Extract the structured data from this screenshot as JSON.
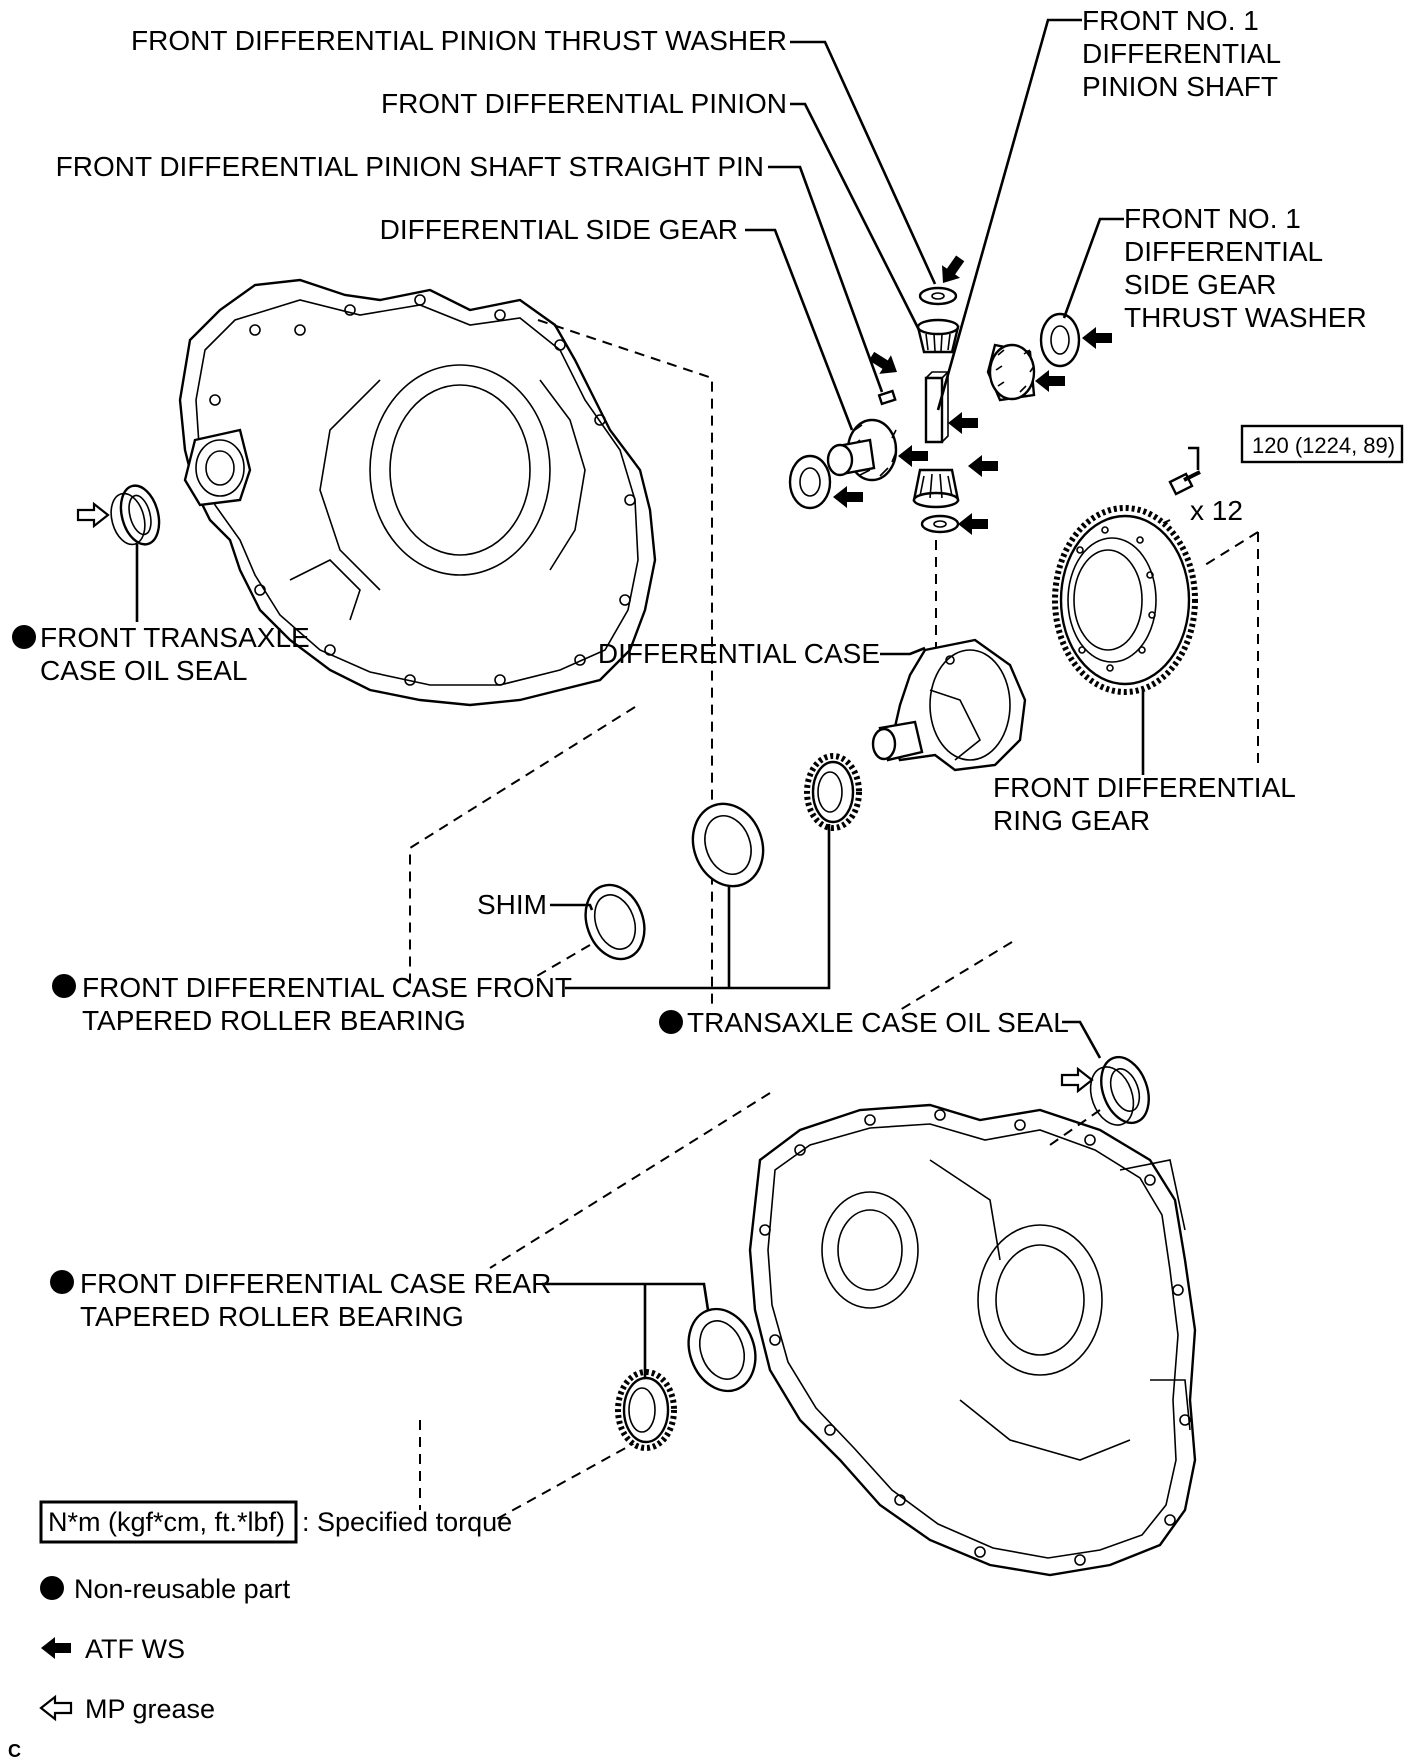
{
  "labels": {
    "pinion_thrust_washer": "FRONT DIFFERENTIAL PINION THRUST WASHER",
    "pinion": "FRONT DIFFERENTIAL PINION",
    "straight_pin": "FRONT DIFFERENTIAL PINION SHAFT STRAIGHT PIN",
    "side_gear": "DIFFERENTIAL SIDE GEAR",
    "pinion_shaft": [
      "FRONT NO. 1",
      "DIFFERENTIAL",
      "PINION SHAFT"
    ],
    "side_gear_thrust_washer": [
      "FRONT NO. 1",
      "DIFFERENTIAL",
      "SIDE GEAR",
      "THRUST WASHER"
    ],
    "torque_value": "120 (1224, 89)",
    "bolt_qty": "x 12",
    "front_transaxle_case_oil_seal": [
      "FRONT TRANSAXLE",
      "CASE OIL SEAL"
    ],
    "differential_case": "DIFFERENTIAL CASE",
    "ring_gear": [
      "FRONT DIFFERENTIAL",
      "RING GEAR"
    ],
    "shim": "SHIM",
    "front_bearing": [
      "FRONT DIFFERENTIAL CASE FRONT",
      "TAPERED ROLLER BEARING"
    ],
    "transaxle_case_oil_seal": "TRANSAXLE CASE OIL SEAL",
    "rear_bearing": [
      "FRONT DIFFERENTIAL CASE REAR",
      "TAPERED ROLLER BEARING"
    ]
  },
  "legend": {
    "torque_box": "N*m (kgf*cm, ft.*lbf)",
    "torque_desc": ": Specified torque",
    "non_reusable": "Non-reusable part",
    "atf": "ATF WS",
    "mp_grease": "MP grease"
  },
  "corner_mark": "C"
}
